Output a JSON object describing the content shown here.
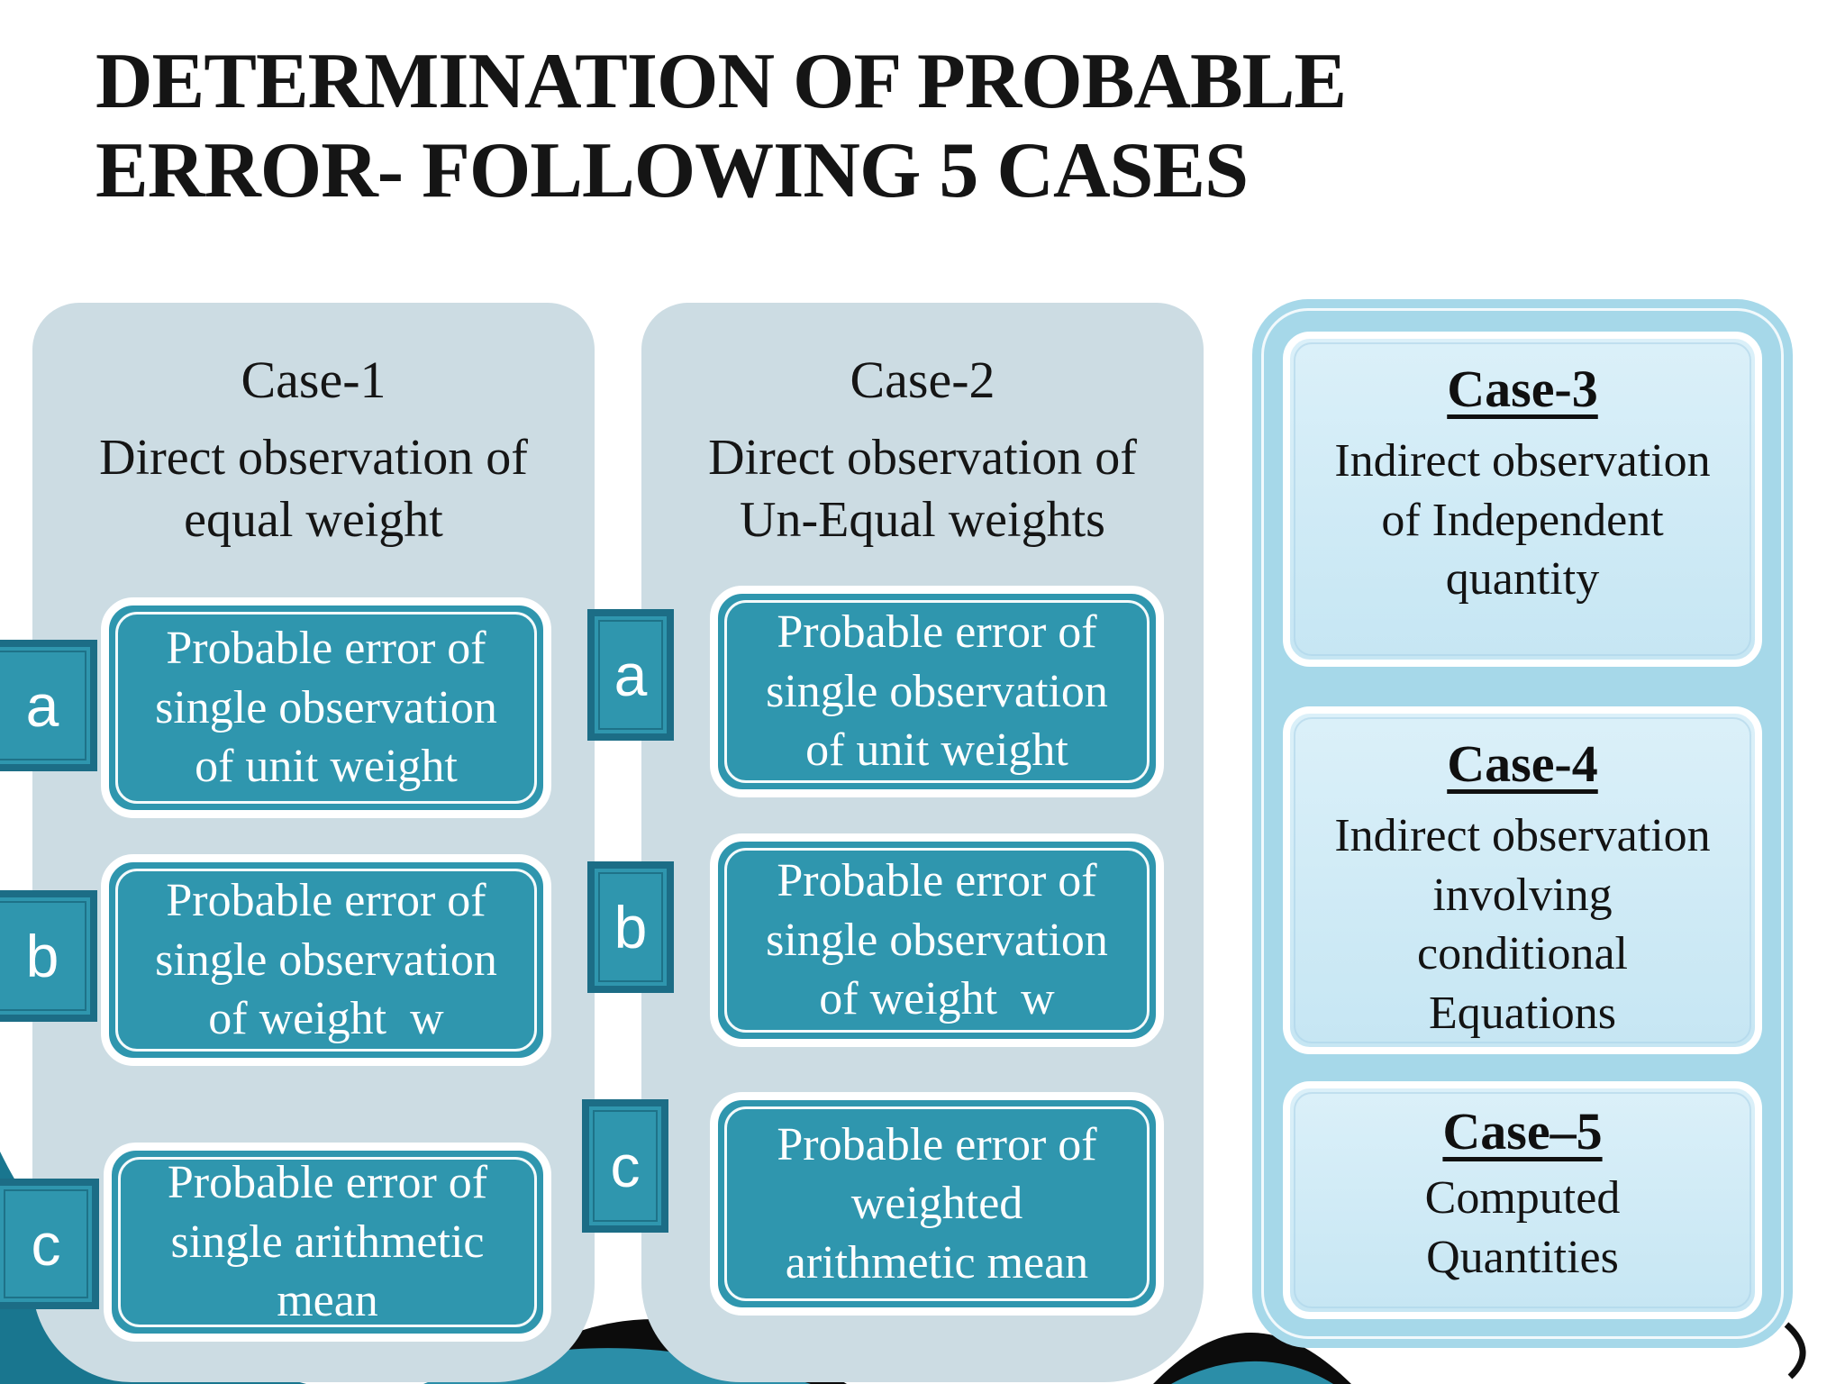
{
  "slide_title": {
    "line1": "DETERMINATION OF PROBABLE",
    "line2": "ERROR- FOLLOWING 5 CASES"
  },
  "columns": [
    {
      "heading": "Case-1",
      "subheading": "Direct observation of\nequal weight",
      "items": [
        {
          "badge": "a",
          "text": "Probable error of\nsingle observation\nof unit weight"
        },
        {
          "badge": "b",
          "text": "Probable error of\nsingle observation\nof weight  w"
        },
        {
          "badge": "c",
          "text": "Probable error of\nsingle arithmetic\nmean"
        }
      ]
    },
    {
      "heading": "Case-2",
      "subheading": "Direct observation of\nUn-Equal weights",
      "items": [
        {
          "badge": "a",
          "text": "Probable error of\nsingle observation\nof unit weight"
        },
        {
          "badge": "b",
          "text": "Probable error of\nsingle observation\nof weight  w"
        },
        {
          "badge": "c",
          "text": "Probable error of\nweighted\narithmetic mean"
        }
      ]
    },
    {
      "cards": [
        {
          "heading": "Case-3",
          "text": "Indirect observation\nof Independent\nquantity"
        },
        {
          "heading": "Case-4",
          "text": "Indirect observation\ninvolving\nconditional\nEquations"
        },
        {
          "heading": "Case–5",
          "text": "Computed\nQuantities"
        }
      ]
    }
  ],
  "colors": {
    "teal_box": "#2f96ae",
    "teal_dark": "#1c6d86",
    "column_bg": "#ccdce3",
    "col3_bg": "#a6d8e9",
    "card_bg_top": "#dbf0f9",
    "card_bg_bottom": "#c6e6f3",
    "swoosh_teal": "#19768f",
    "band_teal": "#2b8ea8",
    "ink_black": "#0c0c0c",
    "text_dark": "#151515"
  }
}
